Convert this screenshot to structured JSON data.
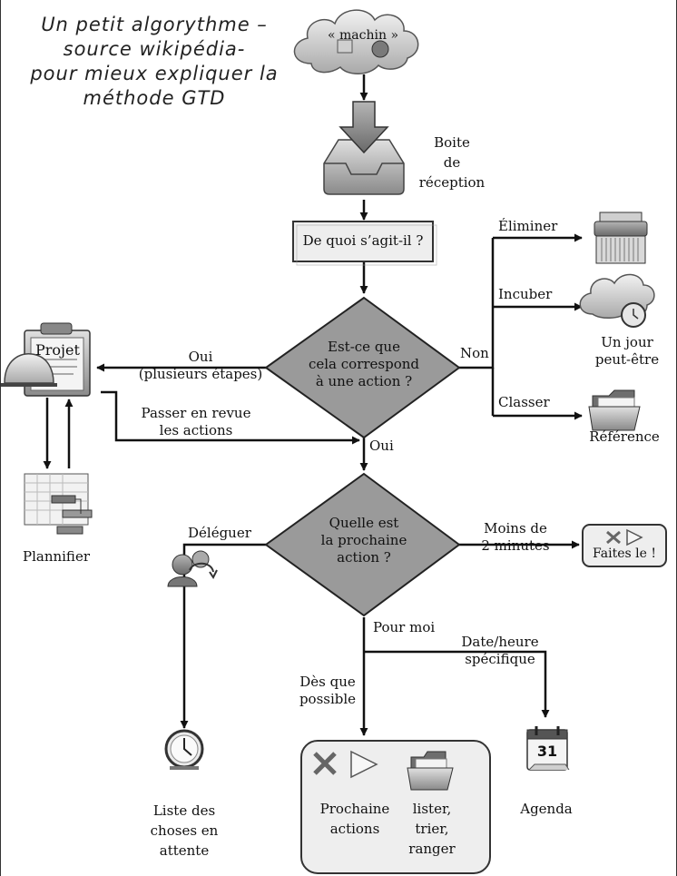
{
  "title": {
    "line1": "Un petit algorythme –",
    "line2": "source wikipédia-",
    "line3": "pour mieux expliquer la",
    "line4": "méthode GTD"
  },
  "cloud_label": "« machin »",
  "inbox": {
    "line1": "Boite",
    "line2": "de",
    "line3": "réception"
  },
  "question_box": "De quoi s’agit-il ?",
  "diamond1": {
    "line1": "Est-ce que",
    "line2": "cela correspond",
    "line3": "à une action ?"
  },
  "diamond2": {
    "line1": "Quelle est",
    "line2": "la prochaine",
    "line3": "action ?"
  },
  "branches": {
    "non": "Non",
    "eliminer": "Éliminer",
    "incuber": "Incuber",
    "classer": "Classer",
    "oui_top": {
      "line1": "Oui",
      "line2": "(plusieurs étapes)"
    },
    "revue": {
      "line1": "Passer en revue",
      "line2": "les actions"
    },
    "oui_down": "Oui",
    "deleguer": "Déléguer",
    "moins": {
      "line1": "Moins de",
      "line2": "2 minutes"
    },
    "pour_moi": "Pour moi",
    "date": {
      "line1": "Date/heure",
      "line2": "spécifique"
    },
    "des_que": {
      "line1": "Dès que",
      "line2": "possible"
    }
  },
  "outcomes": {
    "un_jour": {
      "line1": "Un jour",
      "line2": "peut-être"
    },
    "reference": "Référence",
    "projet": "Projet",
    "plannifier": "Plannifier",
    "faites": "Faites le !",
    "attente": {
      "line1": "Liste des",
      "line2": "choses en",
      "line3": "attente"
    },
    "prochaine": {
      "line1": "Prochaine",
      "line2": "actions"
    },
    "lister": {
      "line1": "lister,",
      "line2": "trier,",
      "line3": "ranger"
    },
    "agenda": "Agenda",
    "calendar_day": "31"
  },
  "colors": {
    "diamond": "#9a9a9a",
    "box": "#eeeeee",
    "line": "#111111",
    "icon_gray": "#8c8c8c",
    "icon_light": "#d6d6d6"
  }
}
